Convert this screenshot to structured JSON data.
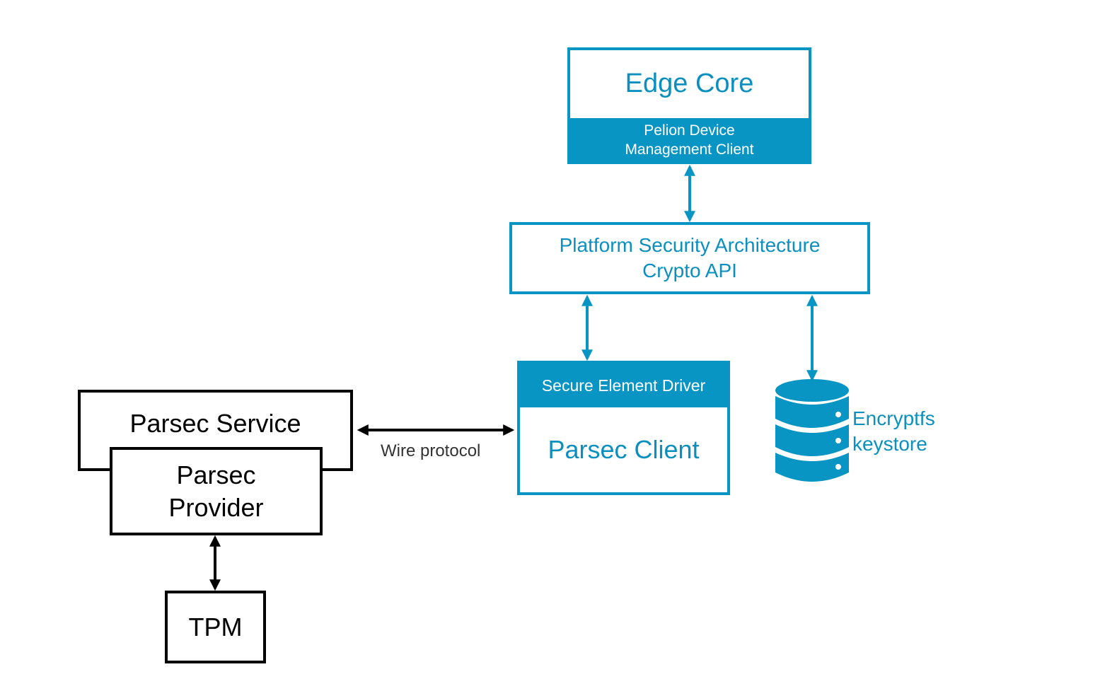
{
  "edge_core": {
    "title": "Edge Core",
    "band_line1": "Pelion Device",
    "band_line2": "Management Client"
  },
  "psa": {
    "line1": "Platform Security Architecture",
    "line2": "Crypto API"
  },
  "parsec_client": {
    "header": "Secure Element Driver",
    "title": "Parsec Client"
  },
  "keystore": {
    "line1": "Encryptfs",
    "line2": "keystore",
    "icon": "database-icon"
  },
  "parsec_service": {
    "title": "Parsec Service"
  },
  "parsec_provider": {
    "line1": "Parsec",
    "line2": "Provider"
  },
  "tpm": {
    "title": "TPM"
  },
  "wire": {
    "label": "Wire protocol"
  },
  "colors": {
    "accent": "#0895c4",
    "text_blue": "#0a8fbe",
    "black": "#000000"
  }
}
